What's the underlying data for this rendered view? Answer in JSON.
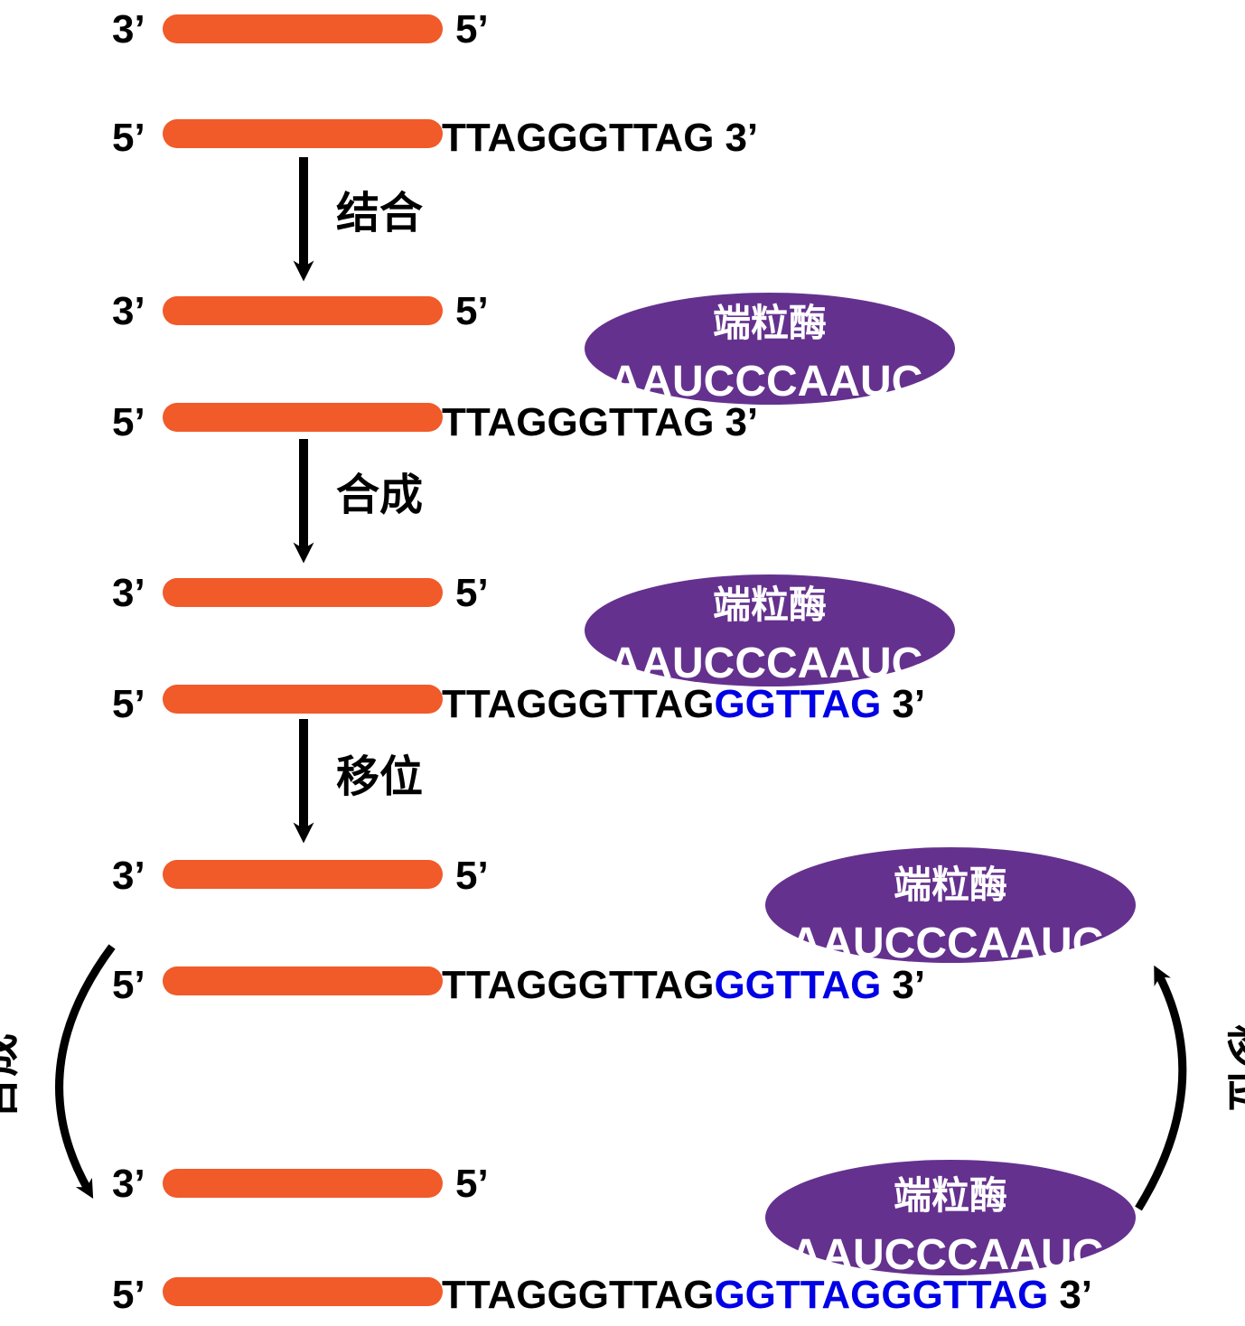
{
  "colors": {
    "strand": "#f15a29",
    "enzyme": "#65318e",
    "new_sequence": "#0000e6",
    "text": "#000000"
  },
  "stages": [
    {
      "top_left": "3’",
      "top_right": "5’",
      "bottom_left": "5’",
      "bottom_seq": "TTAGGGTTAG",
      "bottom_ext": "",
      "bottom_right": "3’"
    },
    {
      "top_left": "3’",
      "top_right": "5’",
      "bottom_left": "5’",
      "bottom_seq": "TTAGGGTTAG",
      "bottom_ext": "",
      "bottom_right": "3’",
      "enzyme": {
        "name": "端粒酶",
        "template": "AAUCCCAAUC"
      }
    },
    {
      "top_left": "3’",
      "top_right": "5’",
      "bottom_left": "5’",
      "bottom_seq": "TTAGGGTTAG",
      "bottom_ext": "GGTTAG",
      "bottom_right": "3’",
      "enzyme": {
        "name": "端粒酶",
        "template": "AAUCCCAAUC"
      }
    },
    {
      "top_left": "3’",
      "top_right": "5’",
      "bottom_left": "5’",
      "bottom_seq": "TTAGGGTTAG",
      "bottom_ext": "GGTTAG",
      "bottom_right": "3’",
      "enzyme": {
        "name": "端粒酶",
        "template": "AAUCCCAAUC"
      }
    },
    {
      "top_left": "3’",
      "top_right": "5’",
      "bottom_left": "5’",
      "bottom_seq": "TTAGGGTTAG",
      "bottom_ext": "GGTTAGGGTTAG",
      "bottom_right": "3’",
      "enzyme": {
        "name": "端粒酶",
        "template": "AAUCCCAAUC"
      }
    }
  ],
  "steps": {
    "binding": "结合",
    "synthesis": "合成",
    "translocation": "移位",
    "cycle_synthesis": "合成",
    "cycle_translocation": "移位"
  }
}
